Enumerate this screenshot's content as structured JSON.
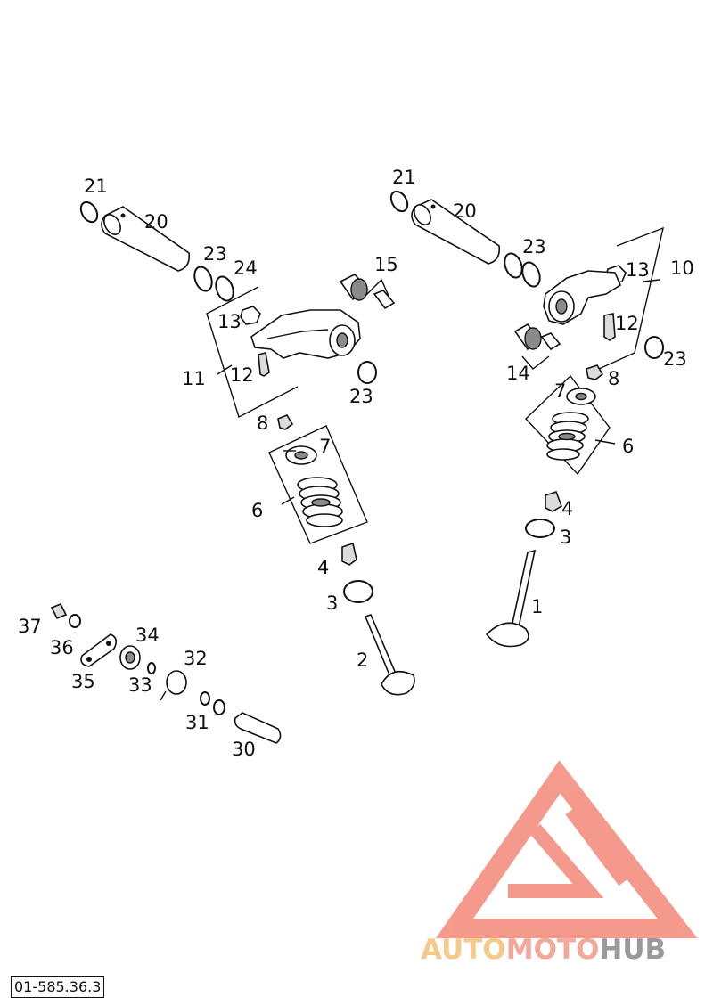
{
  "diagram": {
    "drawing_code": "01-585.36.3",
    "logo": {
      "part1": "AUTO",
      "part2": "MOTO",
      "part3": "HUB",
      "color_part1": "#f5c98a",
      "color_part2": "#f4a89a",
      "color_part3": "#9a9a9a",
      "triangle_color": "#f26f5e"
    },
    "labels": {
      "l21a": "21",
      "l20a": "20",
      "l23a": "23",
      "l24": "24",
      "l15": "15",
      "l13a": "13",
      "l11": "11",
      "l12a": "12",
      "l23b": "23",
      "l8a": "8",
      "l7a": "7",
      "l6a": "6",
      "l4a": "4",
      "l3a": "3",
      "l2": "2",
      "l21b": "21",
      "l20b": "20",
      "l23c": "23",
      "l13b": "13",
      "l10": "10",
      "l12b": "12",
      "l23d": "23",
      "l14": "14",
      "l7b": "7",
      "l8b": "8",
      "l6b": "6",
      "l4b": "4",
      "l3b": "3",
      "l1": "1",
      "l37": "37",
      "l36": "36",
      "l34": "34",
      "l35": "35",
      "l32": "32",
      "l33": "33",
      "l31": "31",
      "l30": "30"
    }
  }
}
